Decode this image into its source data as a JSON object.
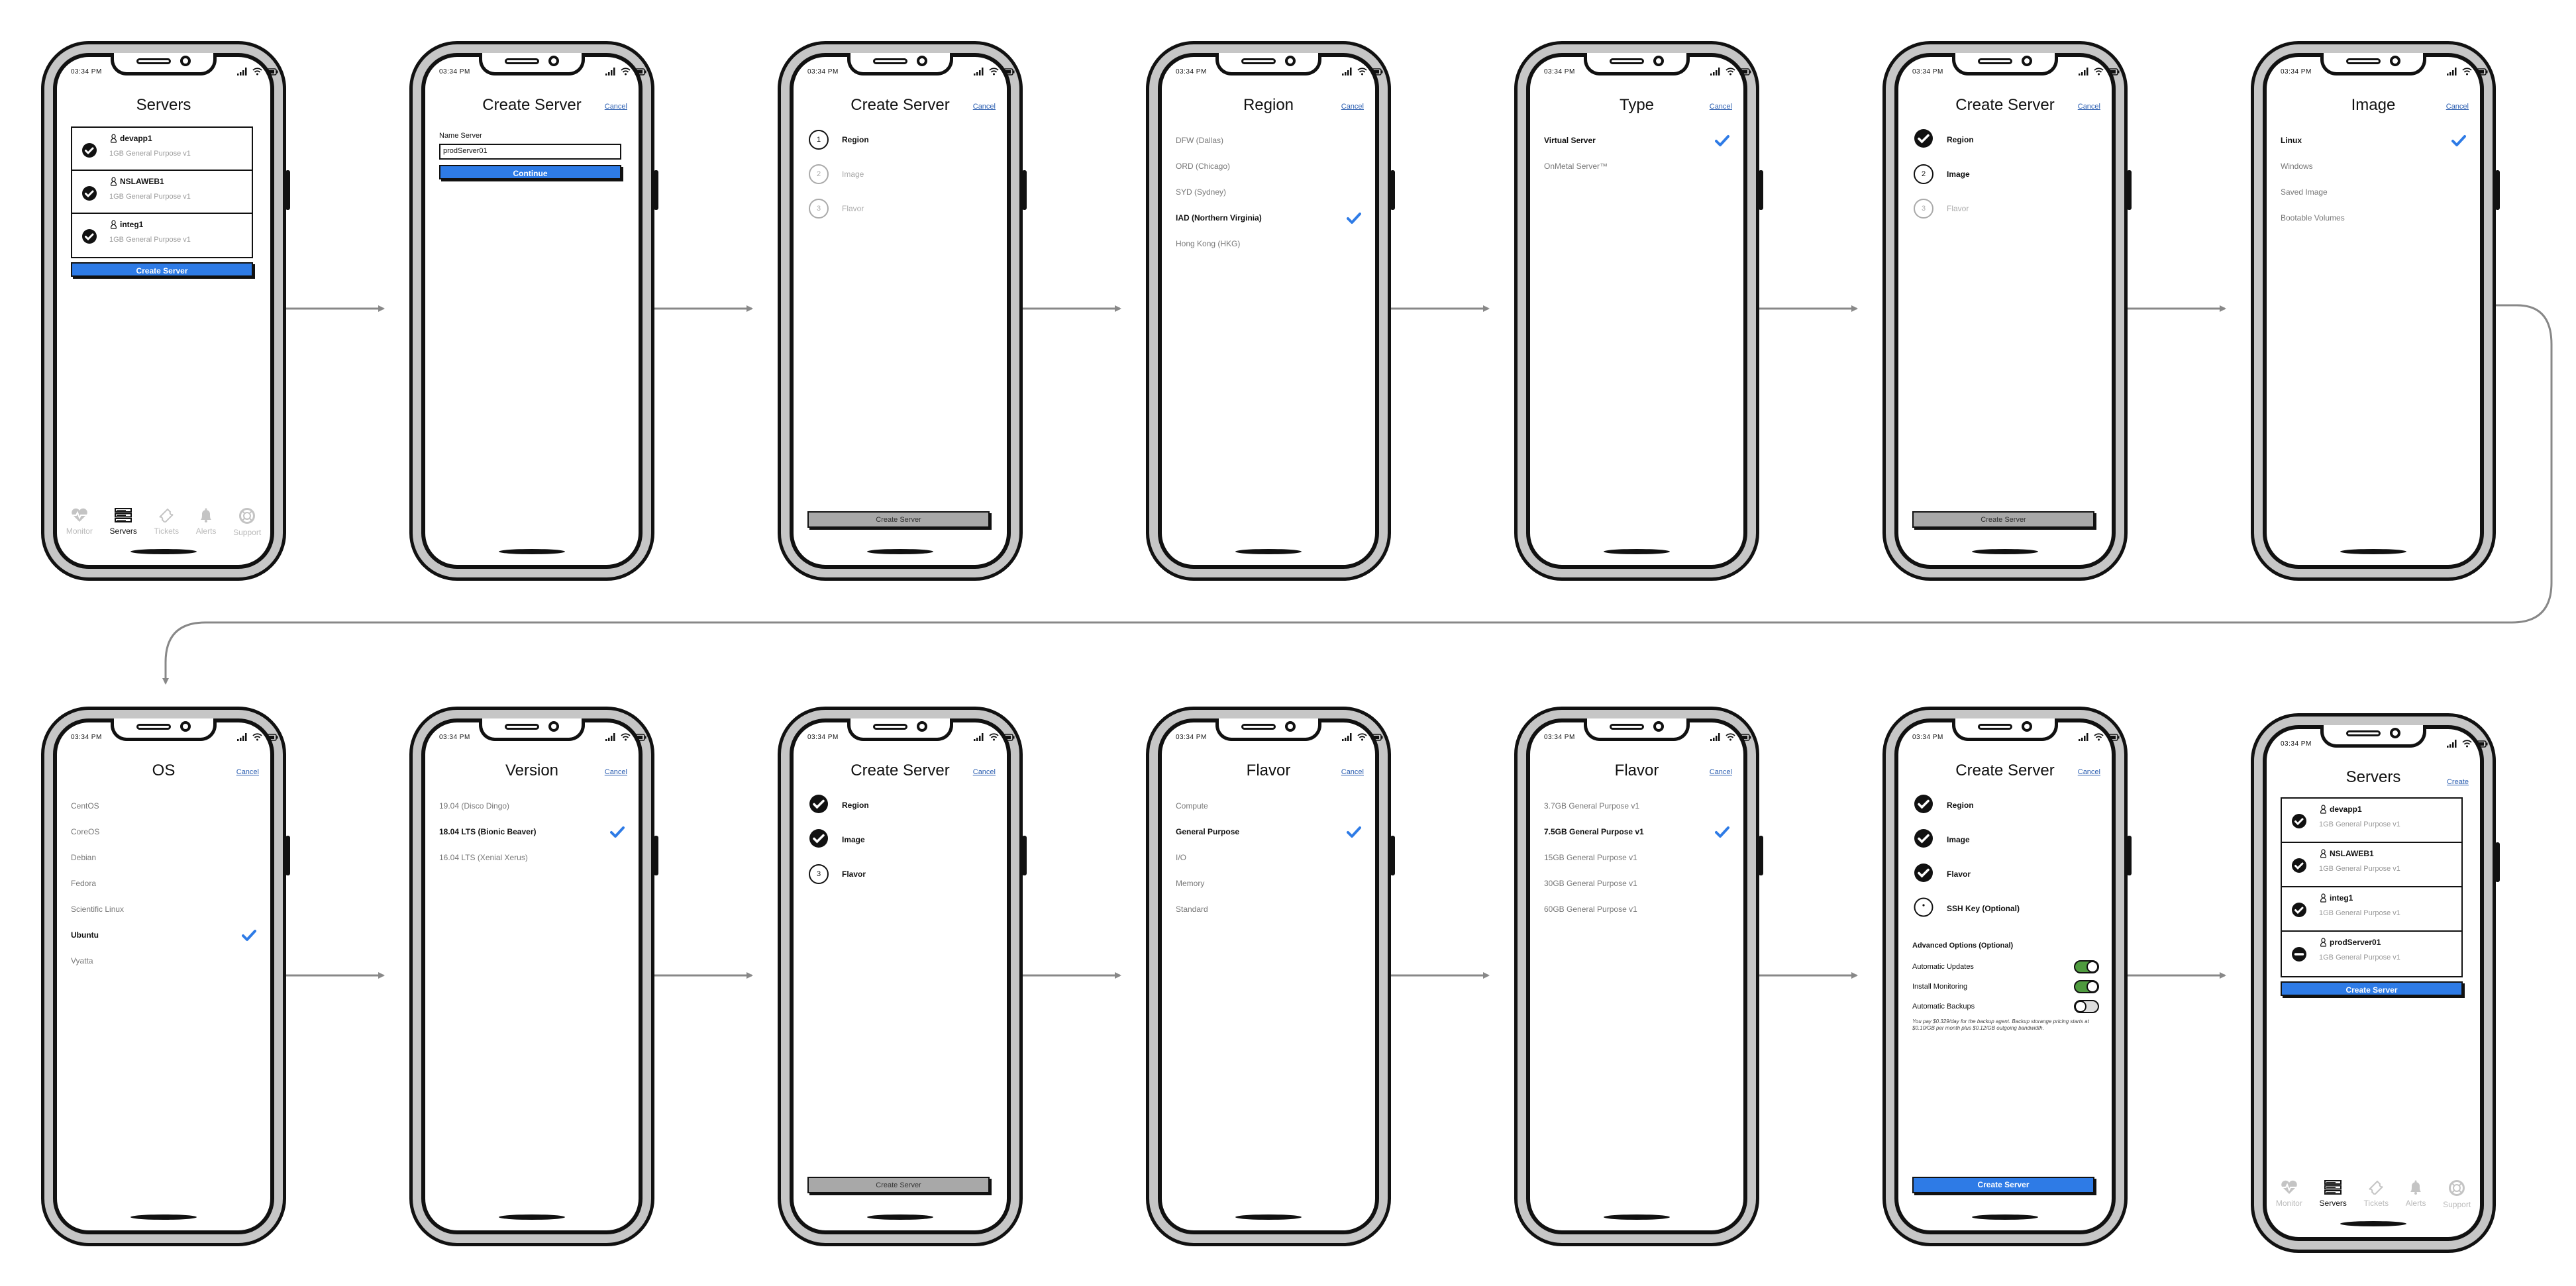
{
  "status_time": "03:34 PM",
  "colors": {
    "accent": "#2e7be6",
    "link": "#2a5db0",
    "toggle_on": "#4e9a3e",
    "arrow": "#888888"
  },
  "tabs": [
    {
      "label": "Monitor",
      "icon": "heart-pulse-icon"
    },
    {
      "label": "Servers",
      "icon": "server-stack-icon",
      "active": true
    },
    {
      "label": "Tickets",
      "icon": "ticket-icon"
    },
    {
      "label": "Alerts",
      "icon": "bell-icon"
    },
    {
      "label": "Support",
      "icon": "lifebuoy-icon"
    }
  ],
  "screens": [
    {
      "kind": "servers",
      "title": "Servers",
      "button": "Create Server",
      "show_tabs": true,
      "servers": [
        {
          "name": "devapp1",
          "flavor": "1GB General Purpose v1",
          "status": "active"
        },
        {
          "name": "NSLAWEB1",
          "flavor": "1GB General Purpose v1",
          "status": "active"
        },
        {
          "name": "integ1",
          "flavor": "1GB General Purpose v1",
          "status": "active"
        }
      ]
    },
    {
      "kind": "name",
      "title": "Create Server",
      "cancel": "Cancel",
      "label": "Name Server",
      "value": "prodServer01",
      "button": "Continue"
    },
    {
      "kind": "steps",
      "title": "Create Server",
      "cancel": "Cancel",
      "button": "Create Server",
      "steps": [
        {
          "label": "Region",
          "num": "1",
          "state": "current"
        },
        {
          "label": "Image",
          "num": "2",
          "state": "pending"
        },
        {
          "label": "Flavor",
          "num": "3",
          "state": "pending"
        }
      ]
    },
    {
      "kind": "options",
      "title": "Region",
      "cancel": "Cancel",
      "selected": 3,
      "options": [
        "DFW (Dallas)",
        "ORD (Chicago)",
        "SYD (Sydney)",
        "IAD (Northern Virginia)",
        "Hong Kong (HKG)"
      ]
    },
    {
      "kind": "options",
      "title": "Type",
      "cancel": "Cancel",
      "selected": 0,
      "options": [
        "Virtual Server",
        "OnMetal Server™"
      ]
    },
    {
      "kind": "steps",
      "title": "Create Server",
      "cancel": "Cancel",
      "button": "Create Server",
      "steps": [
        {
          "label": "Region",
          "num": "1",
          "state": "done"
        },
        {
          "label": "Image",
          "num": "2",
          "state": "current"
        },
        {
          "label": "Flavor",
          "num": "3",
          "state": "pending"
        }
      ]
    },
    {
      "kind": "options",
      "title": "Image",
      "cancel": "Cancel",
      "selected": 0,
      "options": [
        "Linux",
        "Windows",
        "Saved Image",
        "Bootable Volumes"
      ]
    },
    {
      "kind": "options",
      "title": "OS",
      "cancel": "Cancel",
      "selected": 5,
      "options": [
        "CentOS",
        "CoreOS",
        "Debian",
        "Fedora",
        "Scientific Linux",
        "Ubuntu",
        "Vyatta"
      ]
    },
    {
      "kind": "options",
      "title": "Version",
      "cancel": "Cancel",
      "selected": 1,
      "options": [
        "19.04 (Disco Dingo)",
        "18.04 LTS (Bionic Beaver)",
        "16.04 LTS (Xenial Xerus)"
      ]
    },
    {
      "kind": "steps",
      "title": "Create Server",
      "cancel": "Cancel",
      "button": "Create Server",
      "steps": [
        {
          "label": "Region",
          "num": "1",
          "state": "done"
        },
        {
          "label": "Image",
          "num": "2",
          "state": "done"
        },
        {
          "label": "Flavor",
          "num": "3",
          "state": "current"
        }
      ]
    },
    {
      "kind": "options",
      "title": "Flavor",
      "cancel": "Cancel",
      "selected": 1,
      "options": [
        "Compute",
        "General Purpose",
        "I/O",
        "Memory",
        "Standard"
      ]
    },
    {
      "kind": "options",
      "title": "Flavor",
      "cancel": "Cancel",
      "selected": 1,
      "options": [
        "3.7GB General Purpose v1",
        "7.5GB General Purpose v1",
        "15GB General Purpose v1",
        "30GB General Purpose v1",
        "60GB General Purpose v1"
      ]
    },
    {
      "kind": "final",
      "title": "Create Server",
      "cancel": "Cancel",
      "button": "Create Server",
      "steps": [
        {
          "label": "Region",
          "state": "done"
        },
        {
          "label": "Image",
          "state": "done"
        },
        {
          "label": "Flavor",
          "state": "done"
        },
        {
          "label": "SSH Key (Optional)",
          "state": "optional"
        }
      ],
      "advanced_title": "Advanced Options (Optional)",
      "toggles": [
        {
          "label": "Automatic Updates",
          "on": true
        },
        {
          "label": "Install Monitoring",
          "on": true
        },
        {
          "label": "Automatic Backups",
          "on": false
        }
      ],
      "note": "You pay $0.329/day for the backup agent. Backup storange pricing starts at $0.10/GB per month plus $0.12/GB outgoing bandwidth."
    },
    {
      "kind": "servers",
      "title": "Servers",
      "cancel": "Create",
      "button": "Create Server",
      "show_tabs": true,
      "servers": [
        {
          "name": "devapp1",
          "flavor": "1GB General Purpose v1",
          "status": "active"
        },
        {
          "name": "NSLAWEB1",
          "flavor": "1GB General Purpose v1",
          "status": "active"
        },
        {
          "name": "integ1",
          "flavor": "1GB General Purpose v1",
          "status": "active"
        },
        {
          "name": "prodServer01",
          "flavor": "1GB General Purpose v1",
          "status": "building"
        }
      ]
    }
  ]
}
